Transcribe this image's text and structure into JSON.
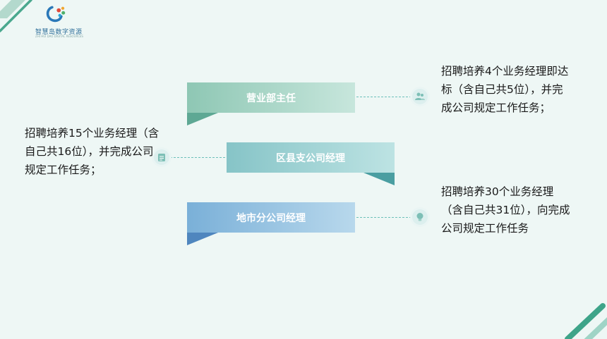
{
  "logo": {
    "name": "智慧岛数字资源",
    "subtitle": "ZHI HUI DAO DIGITAL RESOURCES"
  },
  "roles": [
    {
      "title": "营业部主任",
      "description": "招聘培养4个业务经理即达标（含自己共5位），并完成公司规定工作任务；",
      "icon": "people-icon"
    },
    {
      "title": "区县支公司经理",
      "description": "招聘培养15个业务经理（含自己共16位），并完成公司规定工作任务；",
      "icon": "document-icon"
    },
    {
      "title": "地市分公司经理",
      "description": "招聘培养30个业务经理（含自己共31位），向完成公司规定工作任务",
      "icon": "lightbulb-icon"
    }
  ],
  "colors": {
    "background": "#eef7f5",
    "accent_green": "#5ea894",
    "accent_teal": "#4a9ea1",
    "accent_blue": "#4f86be",
    "connector": "#6cc0b9"
  }
}
